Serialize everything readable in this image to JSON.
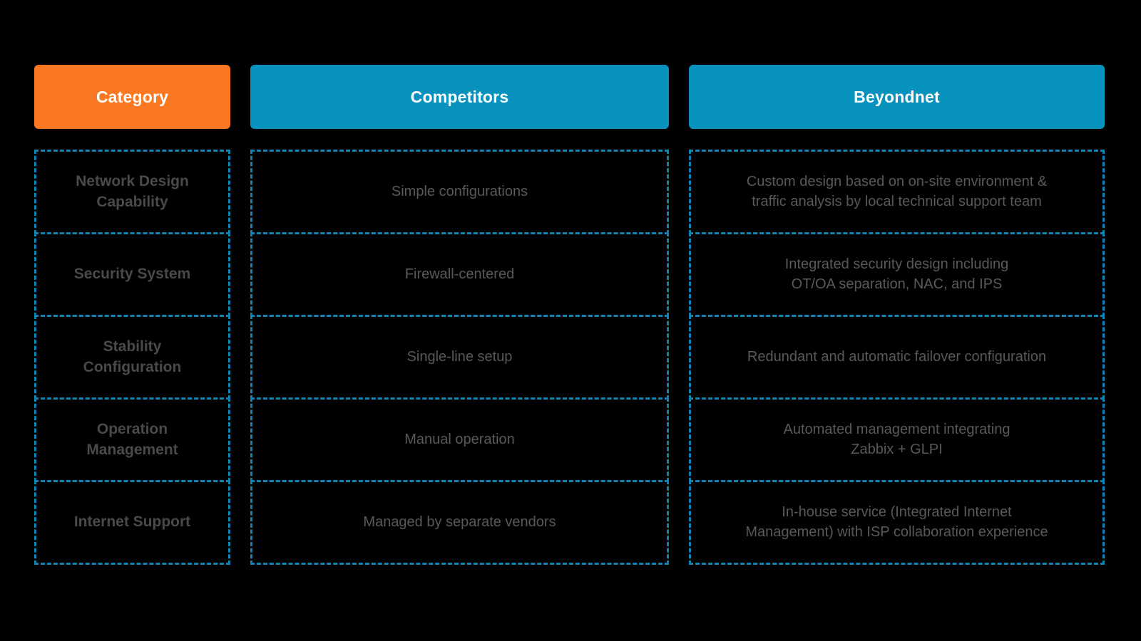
{
  "chart_data": {
    "type": "table",
    "title": "Competitors vs Beyondnet comparison table",
    "columns": [
      "Category",
      "Competitors",
      "Beyondnet"
    ],
    "rows": [
      [
        "Network Design\nCapability",
        "Simple configurations",
        "Custom design based on on-site environment &\ntraffic analysis by local technical support team"
      ],
      [
        "Security System",
        "Firewall-centered",
        "Integrated security design including\nOT/OA separation, NAC, and IPS"
      ],
      [
        "Stability\nConfiguration",
        "Single-line setup",
        "Redundant and automatic failover configuration"
      ],
      [
        "Operation\nManagement",
        "Manual operation",
        "Automated management integrating\nZabbix + GLPI"
      ],
      [
        "Internet Support",
        "Managed by separate vendors",
        "In-house service (Integrated Internet\nManagement) with ISP collaboration experience"
      ]
    ],
    "layout": {
      "legend": false,
      "grid": "dashed cell borders, three separated columns"
    }
  },
  "colors": {
    "background": "#000000",
    "category_header_bg": "#FA7821",
    "data_header_bg": "#0892BE",
    "header_text": "#FFFFFF",
    "cell_border": "#1284B4",
    "category_text": "#4A4A4C",
    "cell_text": "#58595B"
  }
}
